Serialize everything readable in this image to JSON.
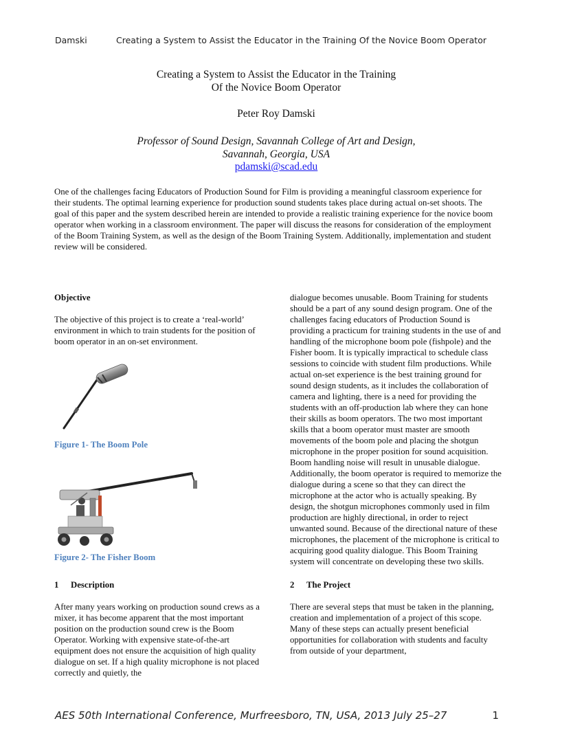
{
  "header": {
    "author": "Damski",
    "running_title": "Creating a System to Assist the Educator in the Training Of the Novice Boom Operator"
  },
  "title": {
    "line1": "Creating a System to Assist the Educator in the Training",
    "line2": "Of the Novice Boom Operator"
  },
  "author": "Peter Roy Damski",
  "affiliation": {
    "line1": "Professor of Sound Design, Savannah College of Art and Design,",
    "line2": "Savannah, Georgia, USA"
  },
  "email": "pdamski@scad.edu",
  "abstract": "One of the challenges facing Educators of Production Sound for Film is providing a meaningful classroom experience for their students.  The optimal learning experience for production sound students takes place during actual on-set shoots.  The goal of this paper and the system described herein are intended to provide a realistic training experience for the novice boom operator when working in a classroom environment.  The paper will discuss the reasons for consideration of the employment of the Boom Training System, as well as the design of the Boom Training System.  Additionally, implementation and student review will be considered.",
  "left_column": {
    "objective_heading": "Objective",
    "objective_text": "The objective of this project is to create a ‘real-world’ environment in which to train students for the position of boom operator in an on-set environment.",
    "figure1_caption": "Figure 1- The Boom Pole",
    "figure2_caption": "Figure 2- The Fisher Boom",
    "section1_number": "1",
    "section1_title": "Description",
    "section1_text": "After many years working on production sound crews as a mixer, it has become apparent that the most important position on the production sound crew is the Boom Operator.  Working with expensive state-of-the-art equipment does not ensure the acquisition of high quality dialogue on set.   If a high quality microphone is not placed correctly and quietly, the"
  },
  "right_column": {
    "continued_text": "dialogue becomes unusable.  Boom Training for students should be a part of any sound design program.  One of the challenges facing educators of Production Sound is providing a practicum for training students in the use of and handling of the microphone boom pole (fishpole) and the Fisher boom. It is typically impractical to schedule class sessions to coincide with student film productions. While actual on-set experience is the best training ground for sound design students, as it includes the collaboration of camera and lighting, there is a need for providing the students with an off-production lab where they can hone their skills as boom operators. The two most important skills that a boom operator must master are smooth movements of the boom pole and placing the shotgun microphone in the proper position for sound acquisition.  Boom handling noise will result in unusable dialogue.  Additionally, the boom operator is required to memorize the dialogue during a scene so that they can direct the microphone at the actor who is actually speaking.  By design, the shotgun microphones commonly used in film production are highly directional, in order to reject unwanted sound.  Because of the directional nature of these microphones, the placement of the microphone is critical to acquiring good quality dialogue.  This Boom Training system will concentrate on developing these two skills.",
    "section2_number": "2",
    "section2_title": "The Project",
    "section2_text": "There are several steps that must be taken in the planning, creation and implementation of a project of this scope.  Many of these steps can actually present beneficial opportunities for collaboration with students and faculty from outside of your department,"
  },
  "footer": {
    "conference": "AES 50th International Conference, Murfreesboro, TN, USA, 2013 July 25–27",
    "page_number": "1"
  }
}
